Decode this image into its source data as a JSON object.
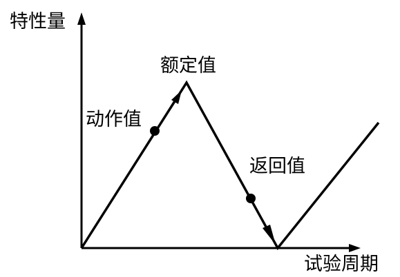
{
  "labels": {
    "y_axis": "特性量",
    "x_axis": "试验周期",
    "pickup_value": "动作值",
    "rated_value": "额定值",
    "dropout_value": "返回值"
  },
  "colors": {
    "line": "#000000",
    "background": "#ffffff"
  }
}
